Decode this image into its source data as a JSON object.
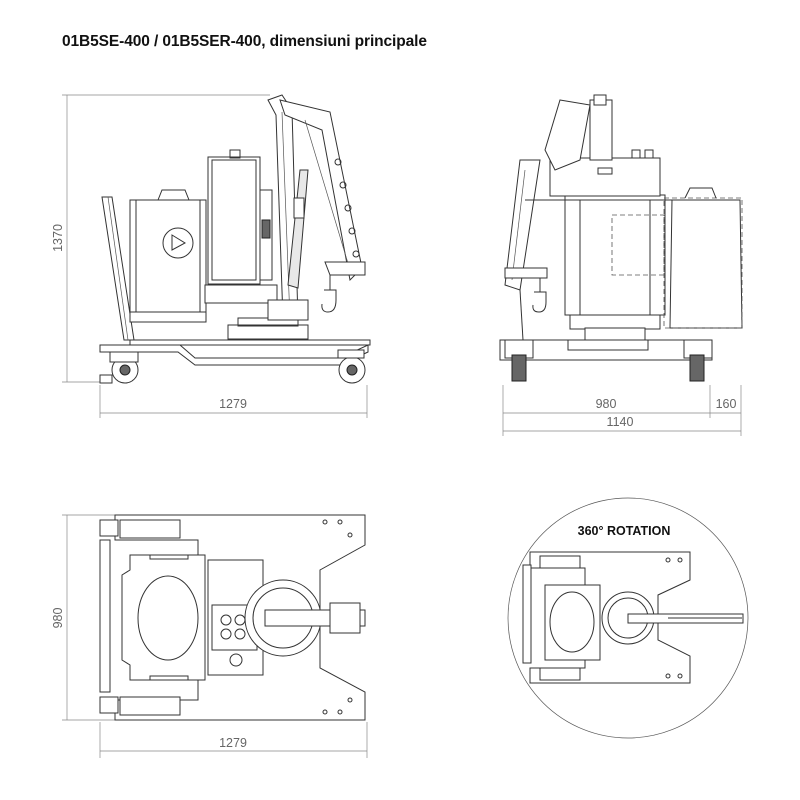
{
  "title": "01B5SE-400 / 01B5SER-400, dimensiuni principale",
  "views": {
    "side": {
      "height_dim": "1370",
      "length_dim": "1279"
    },
    "front": {
      "width_dim": "980",
      "overhang_dim": "160",
      "total_dim": "1140"
    },
    "top": {
      "width_dim": "980",
      "length_dim": "1279"
    },
    "rotation": {
      "label": "360° ROTATION"
    }
  }
}
